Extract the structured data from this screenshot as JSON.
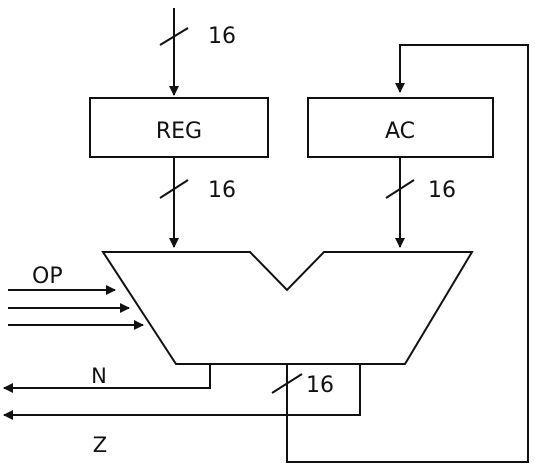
{
  "blocks": {
    "reg": {
      "label": "REG"
    },
    "ac": {
      "label": "AC"
    }
  },
  "bus_widths": {
    "input_to_reg": "16",
    "reg_to_alu": "16",
    "ac_to_alu": "16",
    "alu_output": "16"
  },
  "control": {
    "op_label": "OP"
  },
  "flags": {
    "n_label": "N",
    "z_label": "Z"
  }
}
